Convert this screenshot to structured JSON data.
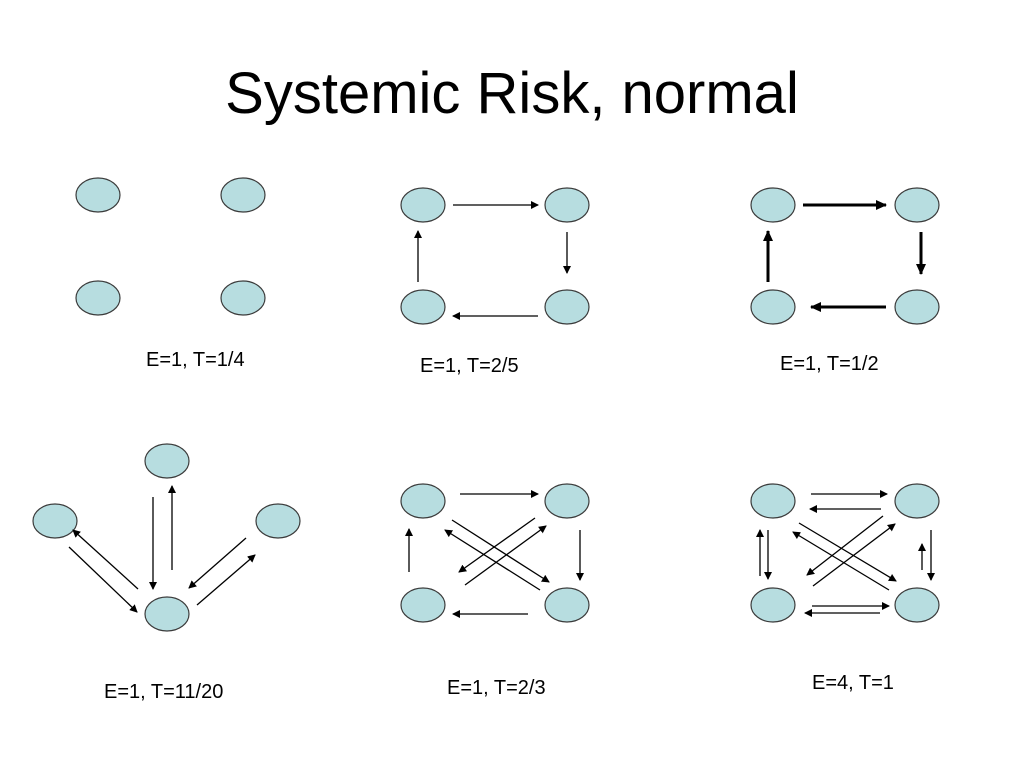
{
  "title": "Systemic Risk, normal",
  "panels": [
    {
      "caption": "E=1, T=1/4"
    },
    {
      "caption": "E=1, T=2/5"
    },
    {
      "caption": "E=1, T=1/2"
    },
    {
      "caption": "E=1, T=11/20"
    },
    {
      "caption": "E=1, T=2/3"
    },
    {
      "caption": "E=4, T=1"
    }
  ],
  "colors": {
    "node_fill": "#b7dde0"
  }
}
